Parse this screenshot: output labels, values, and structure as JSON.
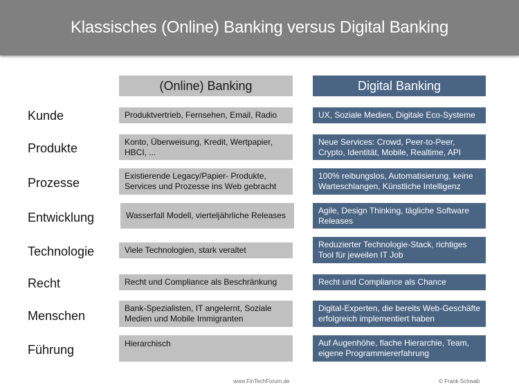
{
  "title": "Klassisches (Online) Banking versus Digital Banking",
  "columns": {
    "left": "(Online) Banking",
    "right": "Digital Banking"
  },
  "colors": {
    "title_bar": "#808080",
    "left_column": "#c0c0c0",
    "right_column": "#4a6483"
  },
  "rows": [
    {
      "label": "Kunde",
      "online": "Produktvertrieb, Fernsehen, Email, Radio",
      "digital": "UX, Soziale Medien, Digitale Eco-Systeme"
    },
    {
      "label": "Produkte",
      "online": "Konto, Überweisung, Kredit, Wertpapier, HBCI, ...",
      "digital": "Neue Services: Crowd, Peer-to-Peer, Crypto, Identität, Mobile, Realtime, API"
    },
    {
      "label": "Prozesse",
      "online": "Existierende Legacy/Papier- Produkte, Services und Prozesse ins Web gebracht",
      "digital": "100% reibungslos, Automatisierung, keine Warteschlangen, Künstliche Intelligenz"
    },
    {
      "label": "Entwicklung",
      "online": "Wasserfall Modell, vierteljährliche Releases",
      "digital": "Agile, Design Thinking, tägliche Software Releases"
    },
    {
      "label": "Technologie",
      "online": "Viele Technologien, stark veraltet",
      "digital": "Reduzierter Technologie-Stack, richtiges Tool für jeweilen IT Job"
    },
    {
      "label": "Recht",
      "online": "Recht und Compliance als Beschränkung",
      "digital": "Recht und Compliance als Chance"
    },
    {
      "label": "Menschen",
      "online": "Bank-Spezialisten, IT angelernt, Soziale Medien und Mobile Immigranten",
      "digital": "Digital-Experten, die bereits Web-Geschäfte erfolgreich implementiert haben"
    },
    {
      "label": "Führung",
      "online": "Hierarchisch",
      "digital": "Auf Augenhöhe, flache Hierarchie, Team, eigene Programmiererfahrung"
    }
  ],
  "footer": {
    "source": "www.FinTechForum.de",
    "copyright": "©  Frank Schwab"
  }
}
